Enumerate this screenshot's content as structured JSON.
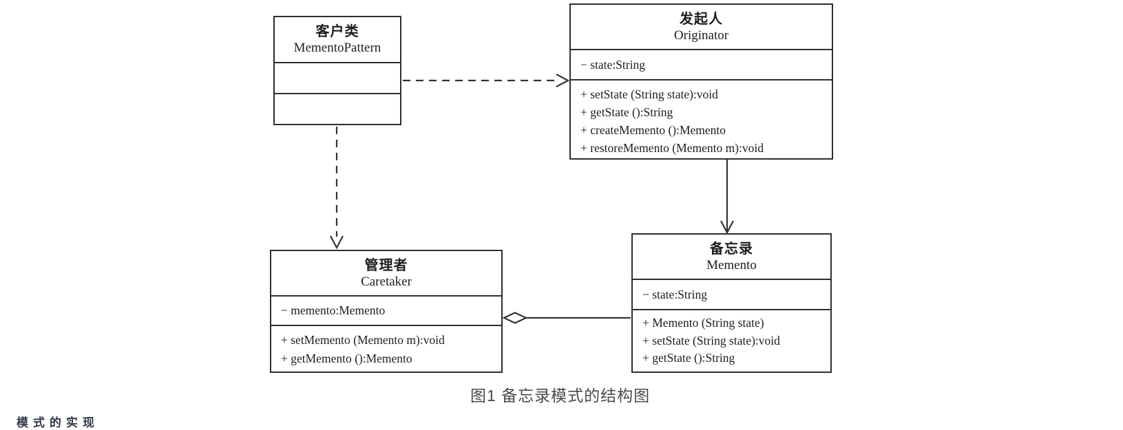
{
  "figure": {
    "caption": "图1 备忘录模式的结构图",
    "clipped_heading": "模式的实现"
  },
  "colors": {
    "background": "#ffffff",
    "box_border": "#2e2e2e",
    "connector_line": "#333333",
    "text": "#1d1d1d",
    "caption_text": "#4a4a4a"
  },
  "classes": [
    {
      "id": "client",
      "name_cn": "客户类",
      "name_en": "MementoPattern",
      "attributes": [],
      "methods": []
    },
    {
      "id": "originator",
      "name_cn": "发起人",
      "name_en": "Originator",
      "attributes": [
        "− state:String"
      ],
      "methods": [
        "+ setState (String state):void",
        "+ getState ():String",
        "+ createMemento ():Memento",
        "+ restoreMemento (Memento m):void"
      ]
    },
    {
      "id": "caretaker",
      "name_cn": "管理者",
      "name_en": "Caretaker",
      "attributes": [
        "− memento:Memento"
      ],
      "methods": [
        "+ setMemento (Memento m):void",
        "+ getMemento ():Memento"
      ]
    },
    {
      "id": "memento",
      "name_cn": "备忘录",
      "name_en": "Memento",
      "attributes": [
        "− state:String"
      ],
      "methods": [
        "+ Memento (String state)",
        "+ setState (String state):void",
        "+ getState ():String"
      ]
    }
  ],
  "relationships": [
    {
      "from": "client",
      "to": "originator",
      "type": "dependency",
      "line": "dashed-open-arrow"
    },
    {
      "from": "client",
      "to": "caretaker",
      "type": "dependency",
      "line": "dashed-open-arrow"
    },
    {
      "from": "originator",
      "to": "memento",
      "type": "association",
      "line": "solid-open-arrow"
    },
    {
      "from": "caretaker",
      "to": "memento",
      "type": "aggregation",
      "line": "solid-open-diamond"
    }
  ]
}
